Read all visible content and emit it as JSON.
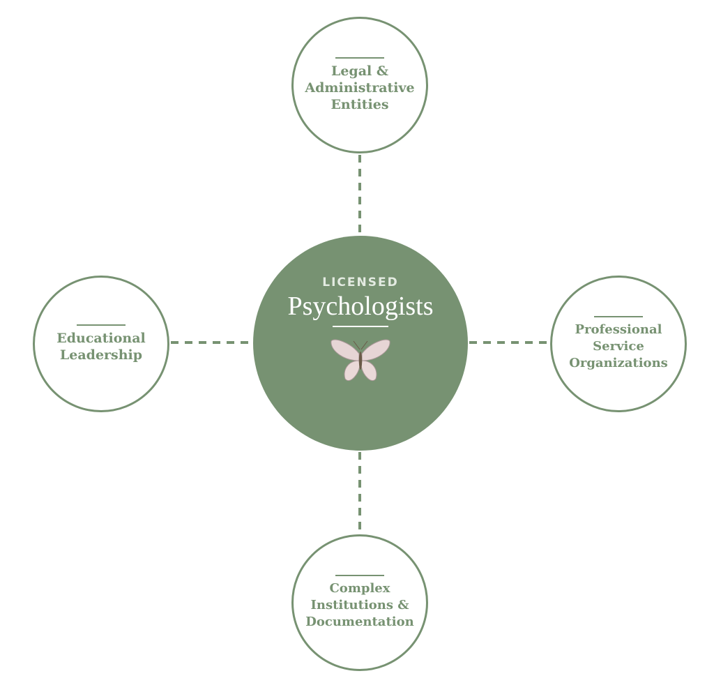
{
  "colors": {
    "accent": "#779272",
    "butterfly_wing": "#e6d5d5",
    "butterfly_edge": "#a89696",
    "butterfly_body": "#6b5a48"
  },
  "center": {
    "eyebrow": "LICENSED",
    "title": "Psychologists",
    "icon": "butterfly-icon"
  },
  "nodes": {
    "top": "Legal &\nAdministrative\nEntities",
    "left": "Educational\nLeadership",
    "right": "Professional\nService\nOrganizations",
    "bottom": "Complex\nInstitutions &\nDocumentation"
  }
}
